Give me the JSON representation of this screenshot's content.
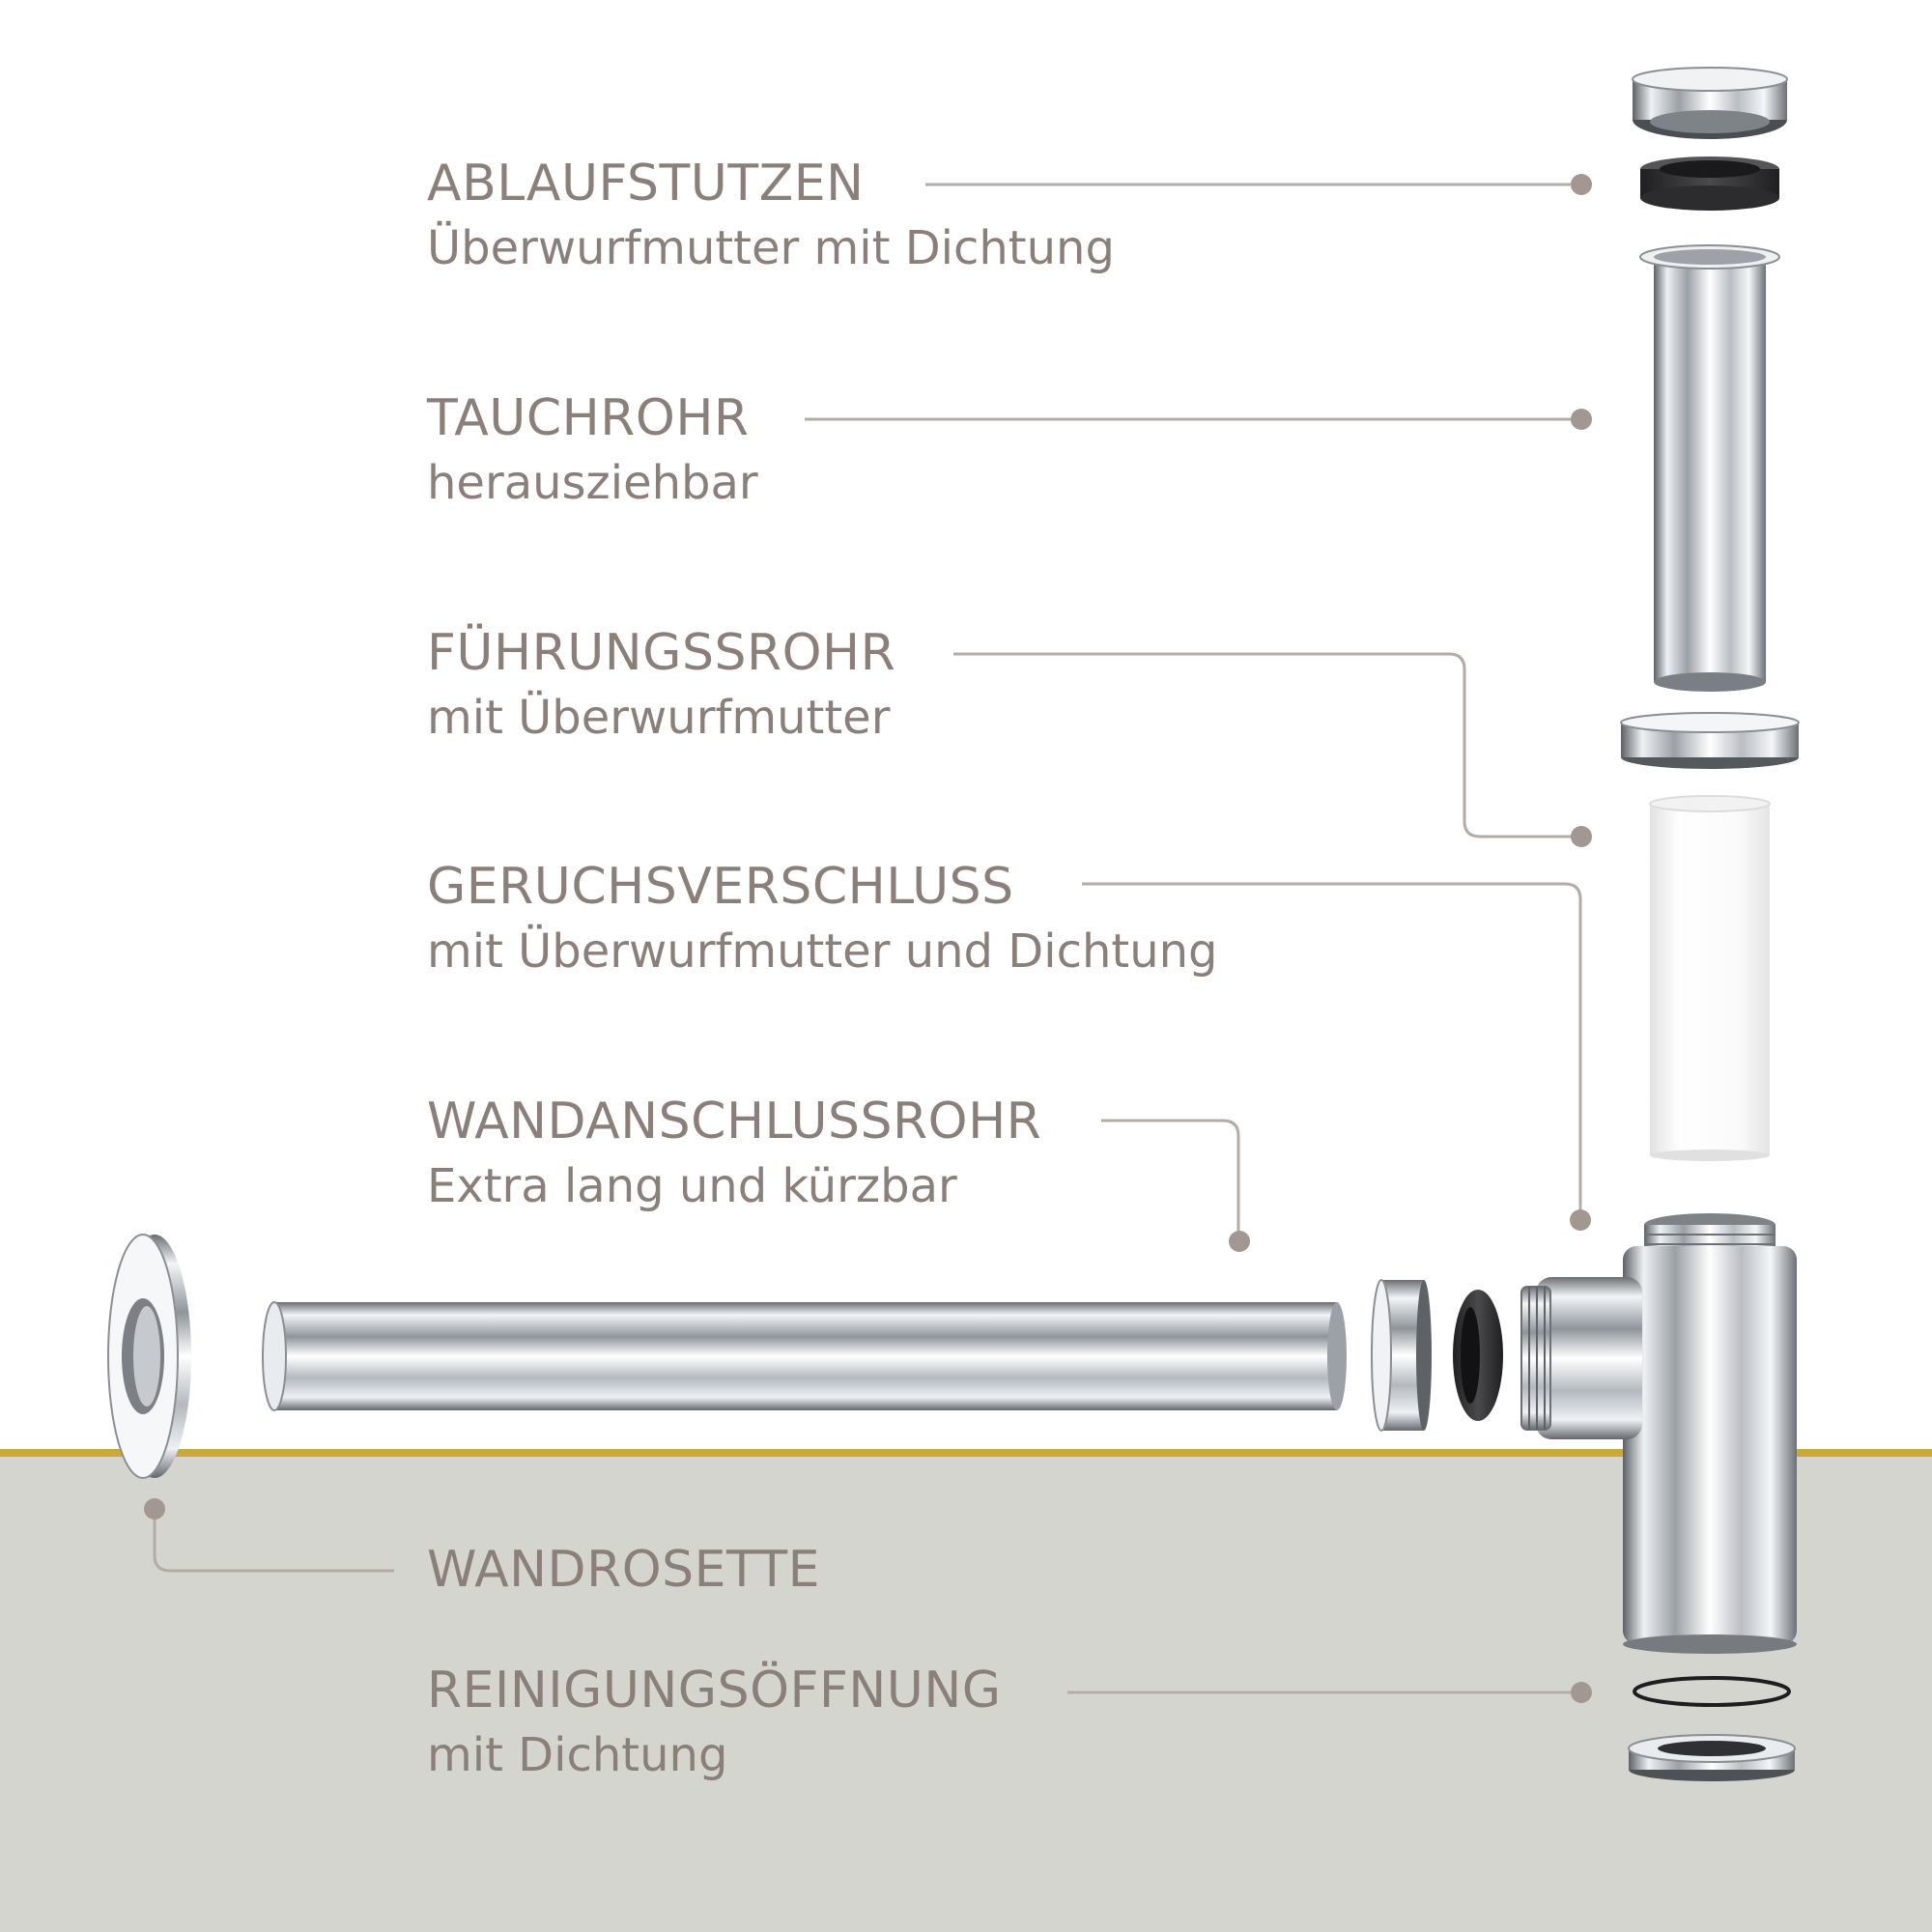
{
  "colors": {
    "background": "#ffffff",
    "floor": "#d5d5cf",
    "gold_line": "#c9a93a",
    "label_text": "#8a8079",
    "leader_line": "#b3aba5",
    "leader_dot": "#a39891",
    "chrome": "#c7cbd0",
    "gasket": "#3a3a3c",
    "plastic_tube": "#f6f6f6"
  },
  "labels": [
    {
      "id": "ablaufstutzen",
      "title": "ABLAUFSTUTZEN",
      "subtitle": "Überwurfmutter mit Dichtung"
    },
    {
      "id": "tauchrohr",
      "title": "TAUCHROHR",
      "subtitle": "herausziehbar"
    },
    {
      "id": "fuehrungsrohr",
      "title": "FÜHRUNGSSROHR",
      "subtitle": "mit Überwurfmutter"
    },
    {
      "id": "geruchsverschluss",
      "title": "GERUCHSVERSCHLUSS",
      "subtitle": "mit Überwurfmutter und Dichtung"
    },
    {
      "id": "wandanschlussrohr",
      "title": "WANDANSCHLUSSROHR",
      "subtitle": "Extra lang und kürzbar"
    },
    {
      "id": "wandrosette",
      "title": "WANDROSETTE",
      "subtitle": ""
    },
    {
      "id": "reinigungsoeffnung",
      "title": "REINIGUNGSÖFFNUNG",
      "subtitle": "mit Dichtung"
    }
  ],
  "parts": [
    {
      "id": "top-nut",
      "icon": "cap-nut"
    },
    {
      "id": "top-gasket",
      "icon": "rubber-seal"
    },
    {
      "id": "dip-tube",
      "icon": "chrome-pipe"
    },
    {
      "id": "middle-nut",
      "icon": "ring-nut"
    },
    {
      "id": "guide-tube",
      "icon": "white-plastic-pipe"
    },
    {
      "id": "trap-body",
      "icon": "t-piece"
    },
    {
      "id": "wall-pipe",
      "icon": "horizontal-chrome-pipe"
    },
    {
      "id": "pipe-nut",
      "icon": "ring-nut"
    },
    {
      "id": "pipe-gasket",
      "icon": "rubber-seal"
    },
    {
      "id": "wall-rosette",
      "icon": "rosette-disc"
    },
    {
      "id": "cleanout-oring",
      "icon": "o-ring"
    },
    {
      "id": "cleanout-cap",
      "icon": "bottom-cap"
    }
  ]
}
